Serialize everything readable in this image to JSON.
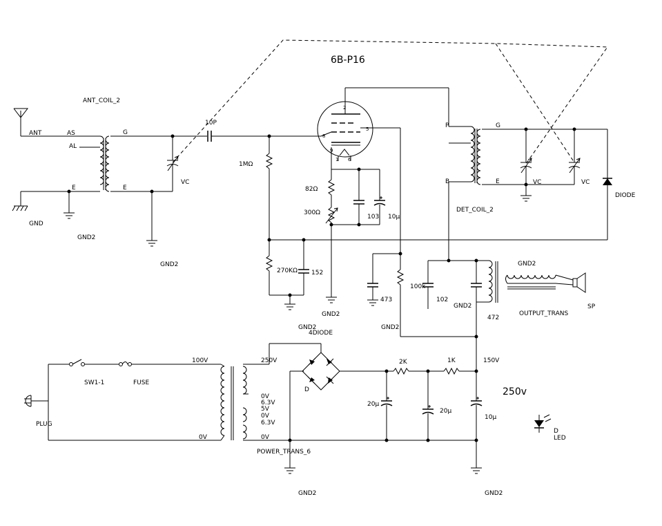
{
  "title": "6B-P16",
  "voltage_note": "250v",
  "labels": {
    "ant": "ANT",
    "as": "AS",
    "al": "AL",
    "e1": "E",
    "e2": "E",
    "g1": "G",
    "ant_coil": "ANT_COIL_2",
    "gnd": "GND",
    "gnd2_a": "GND2",
    "gnd2_b": "GND2",
    "vc1": "VC",
    "c10p": "10P",
    "r1m": "1MΩ",
    "r82": "82Ω",
    "r300": "300Ω",
    "c103": "103",
    "c10u_a": "10μ",
    "r270k": "270KΩ",
    "c152": "152",
    "gnd2_c": "GND2",
    "gnd2_d": "GND2",
    "p": "P",
    "g2": "G",
    "b": "B",
    "e3": "E",
    "vc2": "VC",
    "vc3": "VC",
    "diode": "DIODE",
    "det_coil": "DET_COIL_2",
    "c473": "473",
    "r100k": "100k",
    "c102": "102",
    "gnd2_e": "GND2",
    "gnd2_f": "GND2",
    "c472": "472",
    "gnd2_g": "GND2",
    "output_trans": "OUTPUT_TRANS",
    "sp": "SP",
    "bridge": "4DIODE",
    "bridge_d": "D",
    "sw": "SW1-1",
    "fuse": "FUSE",
    "v100": "100V",
    "v250": "250V",
    "v0a": "0V",
    "v63a": "6.3V",
    "v5": "5V",
    "v0b": "0V",
    "v63b": "6.3V",
    "v0c": "0V",
    "v0d": "0V",
    "plug": "PLUG",
    "power_trans": "POWER_TRANS_6",
    "r2k": "2K",
    "r1k": "1K",
    "v150": "150V",
    "c20u_a": "20μ",
    "c20u_b": "20μ",
    "c10u_b": "10μ",
    "led_d": "D",
    "led": "LED",
    "gnd2_h": "GND2",
    "gnd2_i": "GND2",
    "pin2": "2",
    "pin5": "5",
    "pin8": "8",
    "pin1": "1",
    "pin6": "6",
    "pin9": "9"
  }
}
